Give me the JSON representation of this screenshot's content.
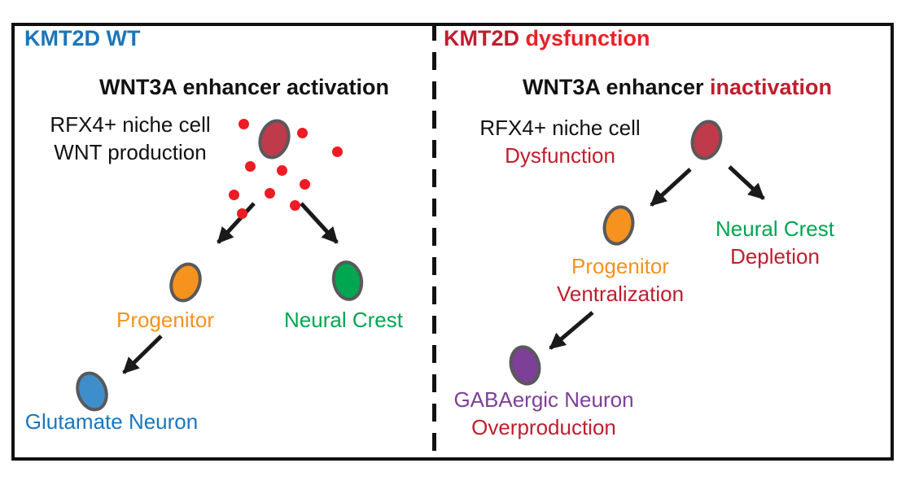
{
  "colors": {
    "wt_title_blue": "#1b75bc",
    "crimson": "#be1e2d",
    "red_dot": "#ec1c24",
    "orange": "#f6921e",
    "green": "#00a651",
    "purple": "#7e3f98",
    "cell_outline": "#58595b",
    "niche_cell_fill": "#bf3a4a",
    "glutamate_cell_fill": "#3e8ecc",
    "arrow_black": "#1a1a1a"
  },
  "left_panel": {
    "title": "KMT2D WT",
    "heading": "WNT3A enhancer activation",
    "niche_label_line1": "RFX4+ niche cell",
    "niche_label_line2": "WNT production",
    "progenitor_label": "Progenitor",
    "neural_crest_label": "Neural Crest",
    "glutamate_neuron_label": "Glutamate Neuron"
  },
  "right_panel": {
    "title_gene": "KMT2D",
    "title_state": "dysfunction",
    "heading_black": "WNT3A enhancer",
    "heading_red": "inactivation",
    "niche_label_line1": "RFX4+ niche cell",
    "niche_label_line2": "Dysfunction",
    "progenitor_label": "Progenitor",
    "progenitor_sub": "Ventralization",
    "neural_crest_label": "Neural Crest",
    "neural_crest_sub": "Depletion",
    "gaba_label": "GABAergic Neuron",
    "gaba_sub": "Overproduction"
  }
}
